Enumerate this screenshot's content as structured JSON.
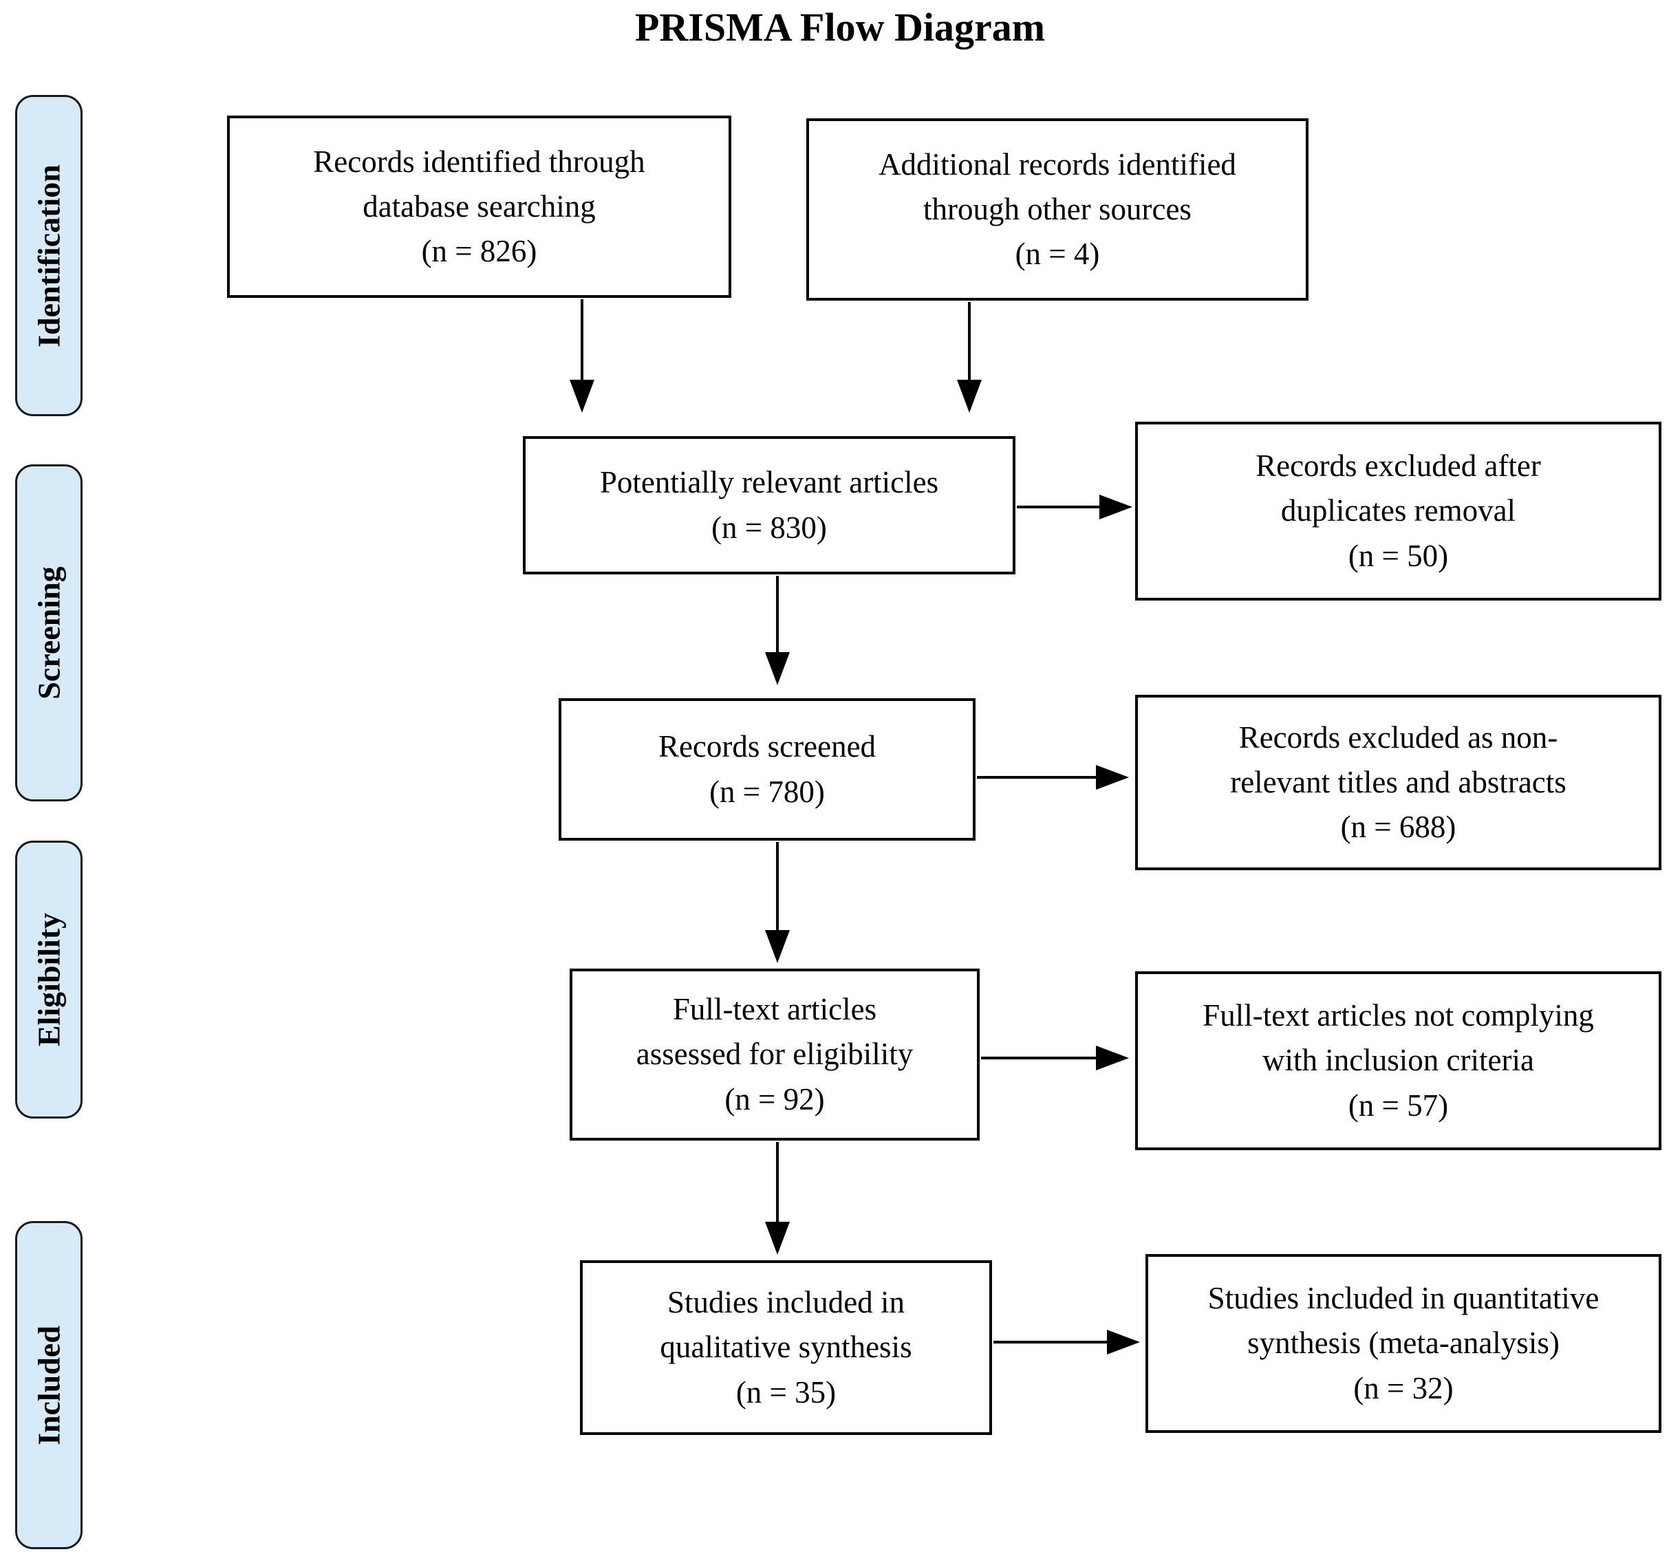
{
  "title": "PRISMA Flow Diagram",
  "colors": {
    "stage_fill": "#D6EAF8",
    "box_border": "#000000",
    "arrow": "#000000",
    "background": "#FFFFFF",
    "text": "#000000"
  },
  "stages": [
    {
      "label": "Identification"
    },
    {
      "label": "Screening"
    },
    {
      "label": "Eligibility"
    },
    {
      "label": "Included"
    }
  ],
  "nodes": {
    "records_database": {
      "label": "Records identified through\ndatabase searching",
      "count": "(n = 826)"
    },
    "records_other": {
      "label": "Additional records identified\nthrough other sources",
      "count": "(n = 4)"
    },
    "potentially_relevant": {
      "label": "Potentially relevant articles",
      "count": "(n = 830)"
    },
    "excluded_duplicates": {
      "label": "Records excluded after\nduplicates removal",
      "count": "(n = 50)"
    },
    "records_screened": {
      "label": "Records screened",
      "count": "(n = 780)"
    },
    "excluded_nonrelevant": {
      "label": "Records excluded as non-\nrelevant titles and abstracts",
      "count": "(n = 688)"
    },
    "fulltext_assessed": {
      "label": "Full-text articles\nassessed for eligibility",
      "count": "(n = 92)"
    },
    "fulltext_excluded": {
      "label": "Full-text articles not complying\nwith inclusion criteria",
      "count": "(n = 57)"
    },
    "qualitative": {
      "label": "Studies included in\nqualitative synthesis",
      "count": "(n = 35)"
    },
    "quantitative": {
      "label": "Studies included in quantitative\nsynthesis (meta-analysis)",
      "count": "(n = 32)"
    }
  }
}
